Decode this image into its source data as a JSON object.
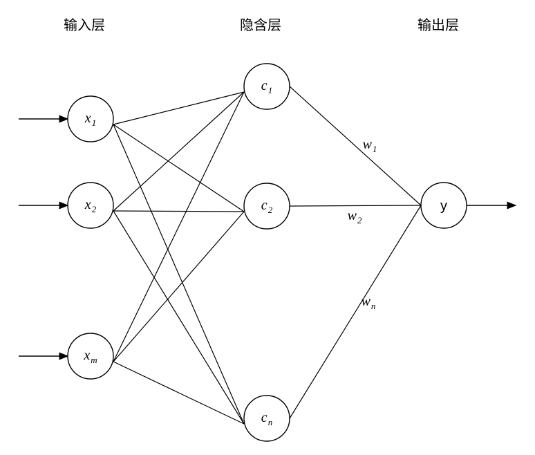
{
  "layers": {
    "input": "输入层",
    "hidden": "隐含层",
    "output": "输出层"
  },
  "input_nodes": [
    {
      "main": "x",
      "sub": "1"
    },
    {
      "main": "x",
      "sub": "2"
    },
    {
      "main": "x",
      "sub": "m"
    }
  ],
  "hidden_nodes": [
    {
      "main": "c",
      "sub": "1"
    },
    {
      "main": "c",
      "sub": "2"
    },
    {
      "main": "c",
      "sub": "n"
    }
  ],
  "output_node": {
    "label": "y"
  },
  "weights": [
    {
      "main": "w",
      "sub": "1"
    },
    {
      "main": "w",
      "sub": "2"
    },
    {
      "main": "w",
      "sub": "n"
    }
  ]
}
